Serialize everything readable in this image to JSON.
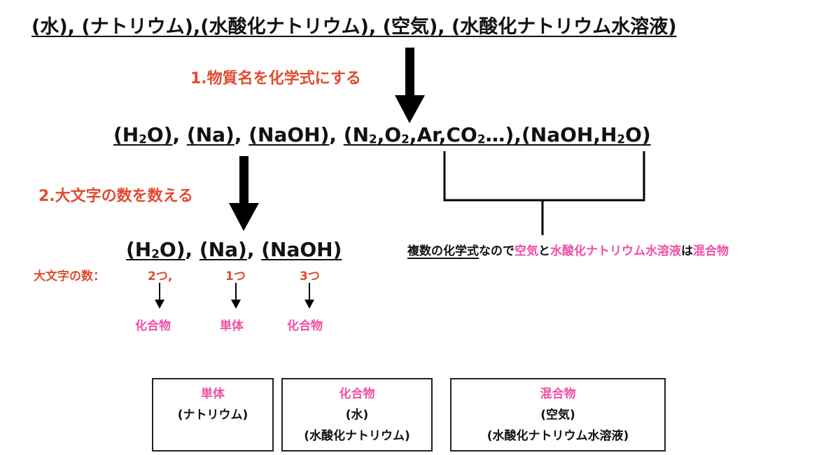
{
  "top": {
    "substances": "(水), (ナトリウム),(水酸化ナトリウム), (空気), (水酸化ナトリウム水溶液)"
  },
  "steps": {
    "step1": "1.物質名を化学式にする",
    "step2": "2.大文字の数を数える"
  },
  "formulas": {
    "h2o_pre": "(H",
    "h2o_sub": "2",
    "h2o_post": "O)",
    "sep1": ", ",
    "na": "(Na)",
    "sep2": ", ",
    "naoh": "(NaOH)",
    "sep3": ", ",
    "air_a": "(N",
    "air_s1": "2",
    "air_b": ",O",
    "air_s2": "2",
    "air_c": ",Ar,CO",
    "air_s3": "2",
    "air_d": "…),",
    "sol_a": "(NaOH,H",
    "sol_s": "2",
    "sol_b": "O)"
  },
  "bracket_note": {
    "a": "複数の化学式",
    "b": "なので",
    "c": "空気",
    "d": "と",
    "e": "水酸化ナトリウム水溶液",
    "f": "は",
    "g": "混合物"
  },
  "count": {
    "h2o_pre": "(H",
    "h2o_sub": "2",
    "h2o_post": "O)",
    "sep1": ",",
    "na": "(Na)",
    "sep2": ",",
    "naoh": "(NaOH)",
    "label": "大文字の数：",
    "c1": "2つ,",
    "c2": "1つ",
    "c3": "3つ",
    "r1": "化合物",
    "r2": "単体",
    "r3": "化合物"
  },
  "boxes": [
    {
      "title": "単体",
      "items": [
        "(ナトリウム)"
      ]
    },
    {
      "title": "化合物",
      "items": [
        "(水)",
        "(水酸化ナトリウム)"
      ]
    },
    {
      "title": "混合物",
      "items": [
        "(空気)",
        "(水酸化ナトリウム水溶液)"
      ]
    }
  ],
  "colors": {
    "step": "#e04b2f",
    "category": "#ee4fa6",
    "ink": "#111111"
  }
}
